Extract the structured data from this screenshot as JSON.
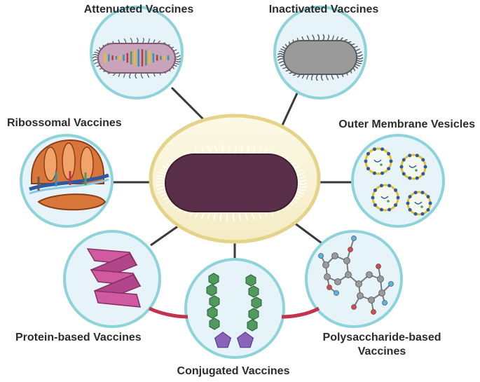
{
  "labels": {
    "attenuated": "Attenuated Vaccines",
    "inactivated": "Inactivated Vaccines",
    "ribosomal": "Ribossomal Vaccines",
    "omv": "Outer Membrane Vesicles",
    "protein": "Protein-based Vaccines",
    "conjugated": "Conjugated Vaccines",
    "polysaccharide_line1": "Polysaccharide-based",
    "polysaccharide_line2": "Vaccines"
  },
  "colors": {
    "circle_fill": "#e6f4fa",
    "circle_ring": "#8fd3da",
    "center_fill": "#fbf6dd",
    "center_ring": "#e4d48a",
    "connector": "#3a3a3a",
    "bacterium_body": "#5a2f4a",
    "cilia": "#ffffff",
    "attenuated_body": "#c9a3bb",
    "inactivated_body": "#9a9a9a",
    "ribosome_orange": "#d9773a",
    "ribbon": "#cf5a9f",
    "hexagon": "#4f9a5c",
    "pentagon": "#8a64b8",
    "atom_grey": "#9a9a9a",
    "atom_red": "#d84a4a",
    "atom_blue": "#5ab4e6",
    "bracket": "#c0344e"
  },
  "icons": [
    "bacterium",
    "attenuated-bacterium",
    "inactivated-bacterium",
    "ribosome",
    "vesicles",
    "protein-helix",
    "conjugate-chains",
    "polysaccharide-molecule"
  ]
}
